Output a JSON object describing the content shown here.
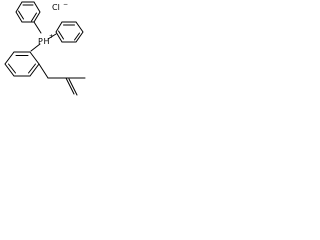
{
  "molecule": {
    "atoms": {
      "chlorine": "Cl",
      "chlorine_charge": "−",
      "phosphorus": "P",
      "phosphorus_hydrogen": "H",
      "phosphorus_charge": "+"
    },
    "colors": {
      "bond": "#000000",
      "label": "#000000",
      "background": "#ffffff"
    }
  }
}
